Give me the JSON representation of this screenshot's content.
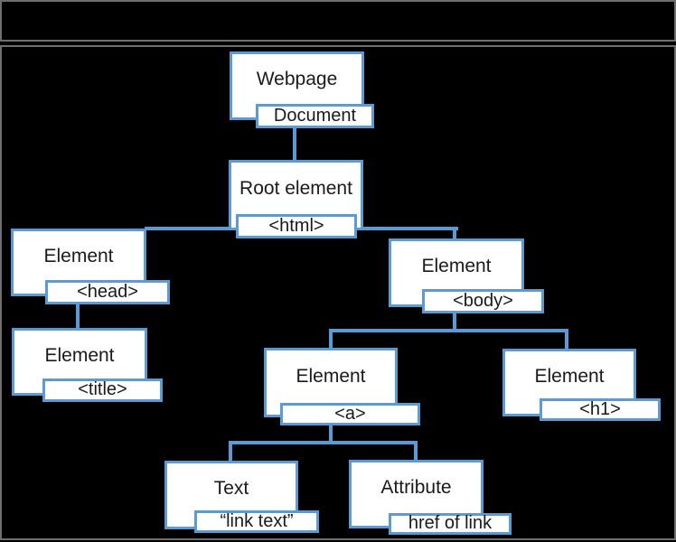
{
  "colors": {
    "accent": "#5b9bd5",
    "frame_border": "#6e6e6e",
    "background": "#000000",
    "box_fill": "#ffffff",
    "text": "#1a1a1a"
  },
  "diagram": {
    "nodes": [
      {
        "id": "webpage",
        "label": "Webpage",
        "tag": "Document"
      },
      {
        "id": "root",
        "label": "Root element",
        "tag": "<html>"
      },
      {
        "id": "head",
        "label": "Element",
        "tag": "<head>"
      },
      {
        "id": "body",
        "label": "Element",
        "tag": "<body>"
      },
      {
        "id": "title",
        "label": "Element",
        "tag": "<title>"
      },
      {
        "id": "anchor",
        "label": "Element",
        "tag": "<a>"
      },
      {
        "id": "h1",
        "label": "Element",
        "tag": "<h1>"
      },
      {
        "id": "text",
        "label": "Text",
        "tag": "“link text”"
      },
      {
        "id": "attribute",
        "label": "Attribute",
        "tag": "href of link"
      }
    ]
  }
}
